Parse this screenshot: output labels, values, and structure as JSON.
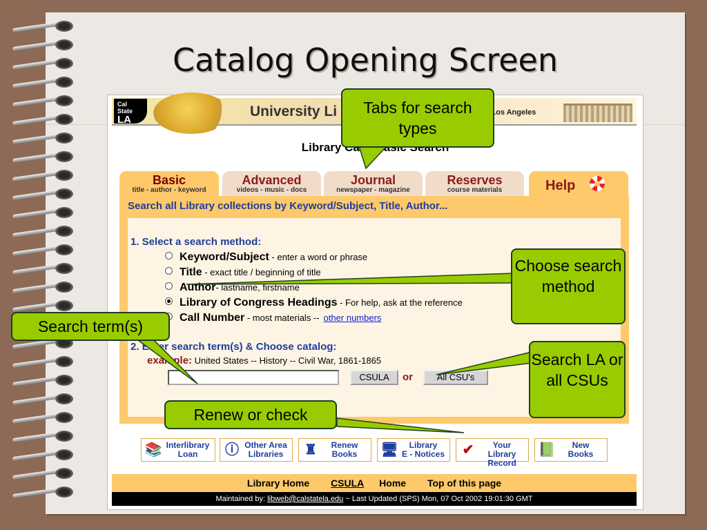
{
  "slide": {
    "title": "Catalog Opening Screen"
  },
  "banner": {
    "logo_line1": "Cal",
    "logo_line2": "State",
    "logo_line3": "LA",
    "title": "University Li",
    "subtitle": "y, Los Angeles"
  },
  "page_heading": "Library Catalo    asic Search",
  "tabs": [
    {
      "name": "Basic",
      "desc": "title - author - keyword"
    },
    {
      "name": "Advanced",
      "desc": "videos - music - docs"
    },
    {
      "name": "Journal",
      "desc": "newspaper - magazine"
    },
    {
      "name": "Reserves",
      "desc": "course materials"
    },
    {
      "name": "Help",
      "desc": ""
    }
  ],
  "panel": {
    "heading": "Search all Library collections by Keyword/Subject, Title, Author...",
    "step1": "1. Select a search method:",
    "methods": [
      {
        "name": "Keyword/Subject",
        "hint": " - enter a word or phrase",
        "link": "",
        "checked": false
      },
      {
        "name": "Title",
        "hint": " - exact title / beginning of title",
        "link": "",
        "checked": false
      },
      {
        "name": "Author",
        "hint": "- lastname, firstname",
        "link": "",
        "checked": false
      },
      {
        "name": "Library of Congress Headings",
        "hint": " - For help, ask at the reference",
        "link": "",
        "checked": true
      },
      {
        "name": "Call Number",
        "hint": " - most materials  --",
        "link": "other numbers",
        "checked": false
      }
    ],
    "step2": "2. Enter search term(s) & Choose catalog:",
    "example_label": "example:",
    "example_text": " United States -- History -- Civil War, 1861-1865",
    "search_value": "",
    "btn_csula": "CSULA",
    "or": "or",
    "btn_allcsu": "All CSU's"
  },
  "services": [
    {
      "icon": "books-icon",
      "label1": "Interlibrary",
      "label2": "Loan"
    },
    {
      "icon": "info-icon",
      "label1": "Other Area",
      "label2": "Libraries"
    },
    {
      "icon": "stamp-icon",
      "label1": "Renew",
      "label2": "Books"
    },
    {
      "icon": "computer-icon",
      "label1": "Library",
      "label2": "E - Notices"
    },
    {
      "icon": "checkmark-icon",
      "label1": "Your Library",
      "label2": "Record"
    },
    {
      "icon": "new-books-icon",
      "label1": "New",
      "label2": "Books"
    }
  ],
  "footer": {
    "link1": "Library Home",
    "link2a": "CSULA",
    "link2b": " Home",
    "link3": "Top of this page",
    "maintained": "Maintained by: ",
    "email": "libweb@calstatela.edu",
    "updated": " ~  Last Updated (SPS) Mon, 07 Oct 2002 19:01:30 GMT"
  },
  "callouts": {
    "tabs": "Tabs for search types",
    "method": "Choose search method",
    "term": "Search term(s)",
    "renew": "Renew or check",
    "campus": "Search LA or all CSUs"
  },
  "colors": {
    "callout": "#99cc00",
    "tab_active": "#fdc96a",
    "link_blue": "#1f3d9b",
    "maroon": "#8b1a1a"
  }
}
